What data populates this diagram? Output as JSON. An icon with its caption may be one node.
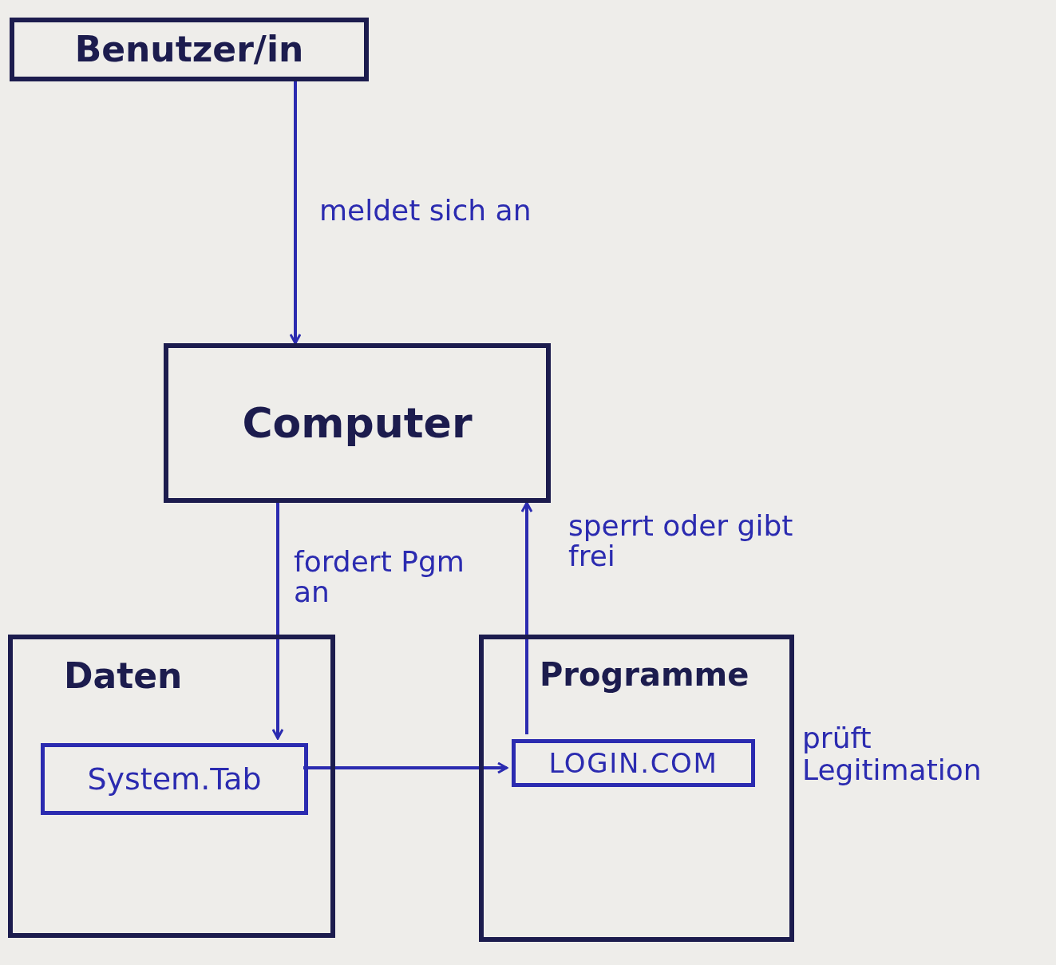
{
  "diagram": {
    "nodes": [
      {
        "text": [
          "Benutzer/in"
        ]
      },
      {
        "text": [
          "Computer"
        ]
      },
      {
        "text": [
          "Daten"
        ]
      },
      {
        "text": [
          "System.Tab"
        ],
        "in": 2
      },
      {
        "text": [
          "Programme"
        ]
      },
      {
        "text": [
          "LOGIN.COM"
        ],
        "in": 4
      }
    ],
    "edges": [
      {
        "from": 0,
        "to": 1,
        "arrow": "to",
        "label": "meldet sich an"
      },
      {
        "from": 1,
        "to": 3,
        "arrow": "to",
        "label": "fordert Pgm an"
      },
      {
        "from": 5,
        "to": 1,
        "arrow": "to",
        "label": "sperrt oder gibt frei"
      },
      {
        "from": 3,
        "to": 5,
        "arrow": "to"
      }
    ],
    "labels": [
      "prüft Legitimation"
    ]
  }
}
